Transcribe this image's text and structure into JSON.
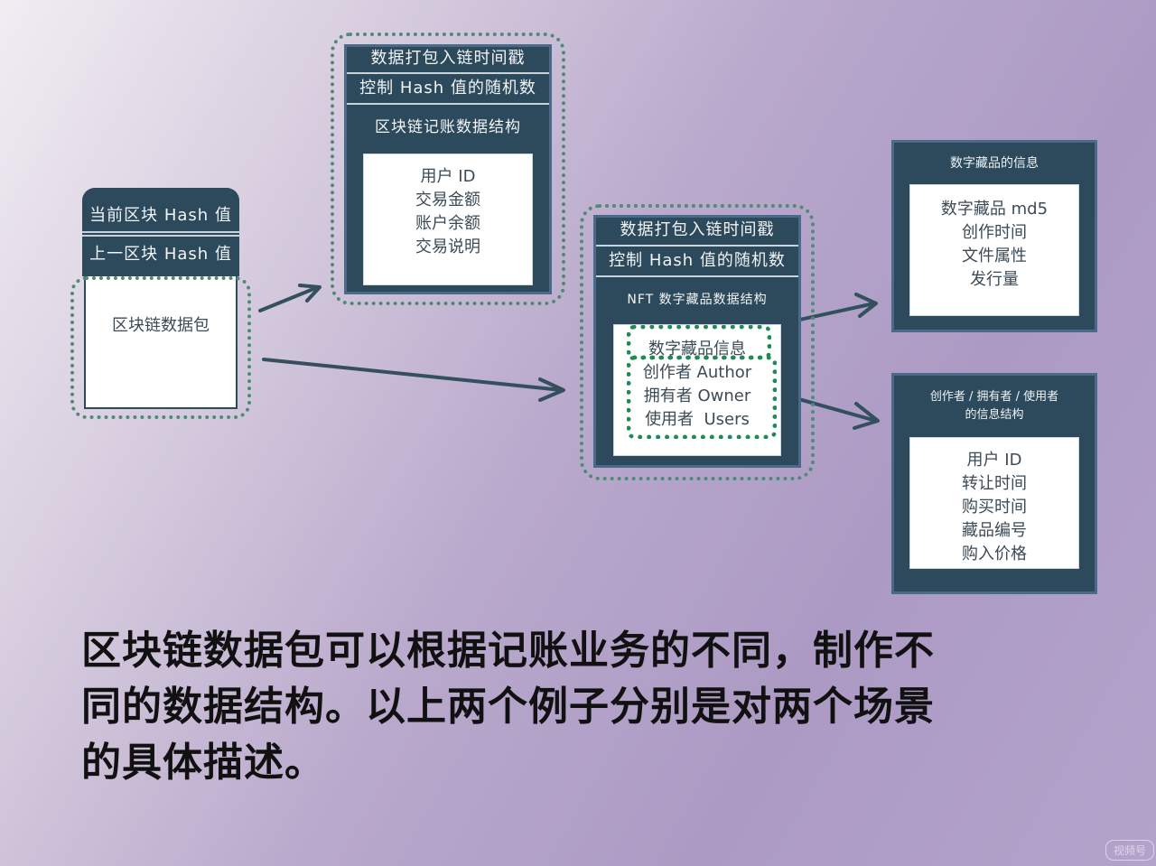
{
  "current_block": {
    "header1": "当前区块 Hash 值",
    "header2": "上一区块 Hash 值",
    "body": "区块链数据包"
  },
  "ledger_block": {
    "header1": "数据打包入链时间戳",
    "header2": "控制 Hash 值的随机数",
    "title": "区块链记账数据结构",
    "items": [
      "用户 ID",
      "交易金额",
      "账户余额",
      "交易说明"
    ]
  },
  "nft_block": {
    "header1": "数据打包入链时间戳",
    "header2": "控制 Hash 值的随机数",
    "title": "NFT 数字藏品数据结构",
    "items": [
      "数字藏品信息",
      "创作者 Author",
      "拥有者 Owner",
      "使用者  Users"
    ]
  },
  "collectible_info": {
    "title": "数字藏品的信息",
    "items": [
      "数字藏品 md5",
      "创作时间",
      "文件属性",
      "发行量"
    ]
  },
  "owner_info": {
    "title_line1": "创作者 / 拥有者 / 使用者",
    "title_line2": "的信息结构",
    "items": [
      "用户 ID",
      "转让时间",
      "购买时间",
      "藏品编号",
      "购入价格"
    ]
  },
  "caption": {
    "line1": "区块链数据包可以根据记账业务的不同，制作不",
    "line2": "同的数据结构。以上两个例子分别是对两个场景",
    "line3": "的具体描述。"
  },
  "watermark": "视频号"
}
